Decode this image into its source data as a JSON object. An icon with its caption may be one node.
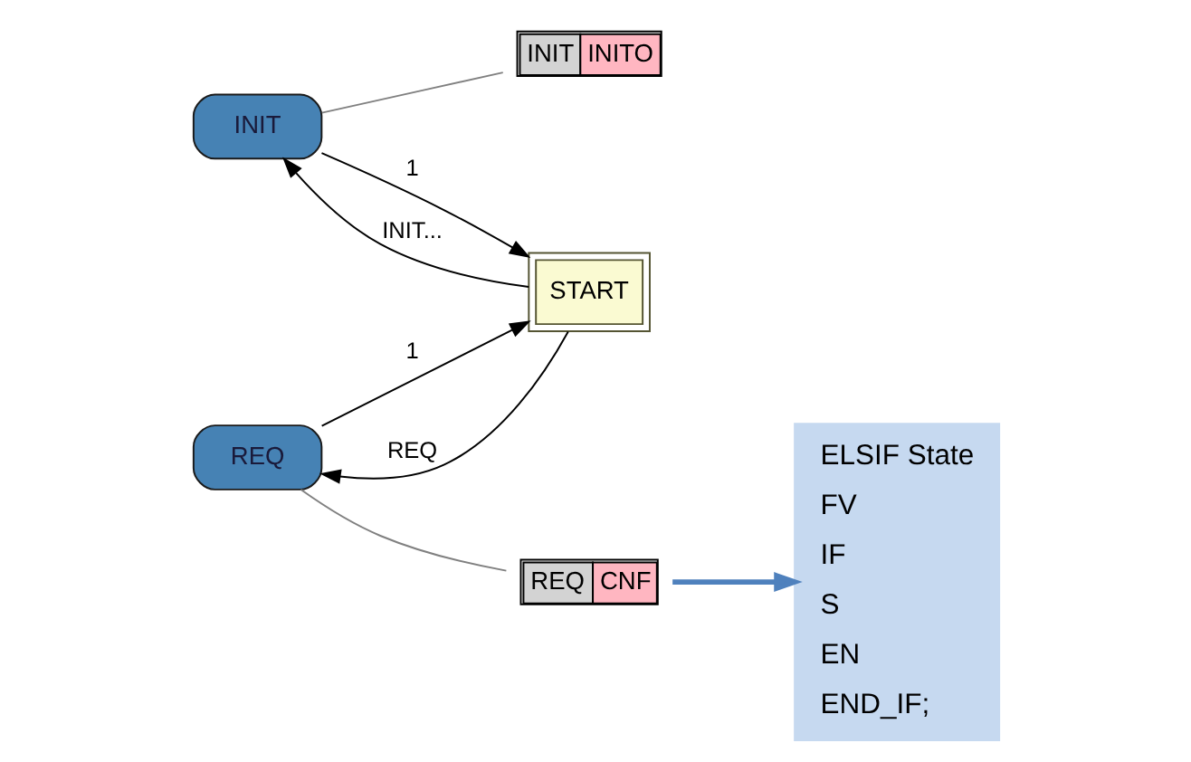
{
  "diagram": {
    "nodes": [
      {
        "text": [
          "INIT"
        ]
      },
      {
        "text": [
          "INIT",
          "INITO"
        ]
      },
      {
        "text": [
          "START"
        ]
      },
      {
        "text": [
          "REQ"
        ]
      },
      {
        "text": [
          "REQ",
          "CNF"
        ]
      },
      {
        "text": [
          "ELSIF State",
          "FV",
          "IF",
          "S",
          "EN",
          "END_IF;"
        ]
      }
    ],
    "edges": [
      {
        "from": 2,
        "to": 0,
        "arrow": "to",
        "label": "INIT..."
      },
      {
        "from": 0,
        "to": 2,
        "arrow": "to",
        "label": "1"
      },
      {
        "from": 2,
        "to": 3,
        "arrow": "to",
        "label": "REQ"
      },
      {
        "from": 3,
        "to": 2,
        "arrow": "to",
        "label": "1"
      },
      {
        "from": 0,
        "to": 1,
        "arrow": "none",
        "color": "#808080"
      },
      {
        "from": 3,
        "to": 4,
        "arrow": "none",
        "color": "#808080"
      },
      {
        "from": 4,
        "to": 5,
        "arrow": "to",
        "style": "thick",
        "color": "#4f81bd"
      }
    ]
  }
}
